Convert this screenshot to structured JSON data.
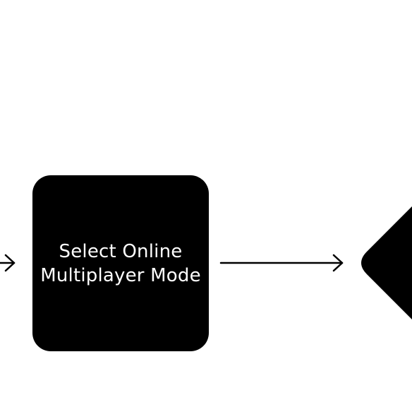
{
  "diagram": {
    "nodes": [
      {
        "id": "select-online-multiplayer-mode",
        "shape": "rounded-rectangle",
        "label": "Select Online\nMultiplayer Mode",
        "fill": "#000000",
        "text_color": "#ffffff"
      },
      {
        "id": "decision",
        "shape": "diamond",
        "label": "",
        "fill": "#000000"
      }
    ],
    "edges": [
      {
        "from": "previous-step",
        "to": "select-online-multiplayer-mode",
        "style": "arrow"
      },
      {
        "from": "select-online-multiplayer-mode",
        "to": "decision",
        "style": "arrow"
      }
    ],
    "colors": {
      "background": "#ffffff",
      "stroke": "#000000"
    }
  }
}
